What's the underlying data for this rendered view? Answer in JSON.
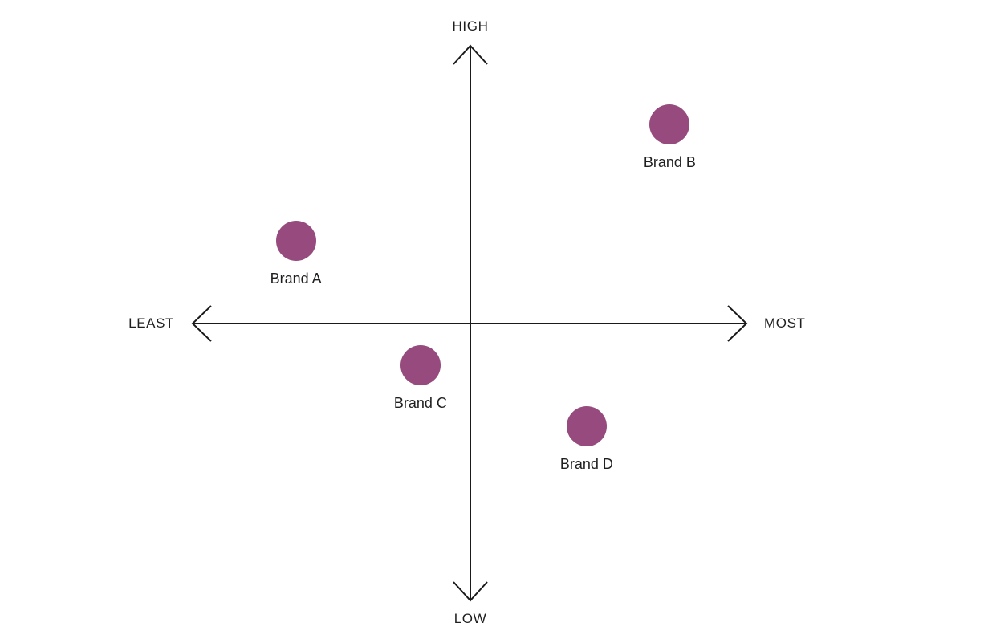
{
  "page": {
    "background": "#ffffff"
  },
  "chart_data": {
    "type": "scatter",
    "title": "",
    "axes": {
      "y_top_label": "HIGH",
      "y_bottom_label": "LOW",
      "x_left_label": "LEAST",
      "x_right_label": "MOST"
    },
    "xlim": [
      -1,
      1
    ],
    "ylim": [
      -1,
      1
    ],
    "grid": false,
    "legend": "none",
    "points": [
      {
        "label": "Brand A",
        "x": -0.63,
        "y": 0.3
      },
      {
        "label": "Brand B",
        "x": 0.72,
        "y": 0.72
      },
      {
        "label": "Brand C",
        "x": -0.18,
        "y": -0.15
      },
      {
        "label": "Brand D",
        "x": 0.42,
        "y": -0.37
      }
    ],
    "colors": {
      "point_fill": "#964a7d",
      "axis_stroke": "#1a1a1a",
      "label_text": "#1f1f1f"
    }
  }
}
